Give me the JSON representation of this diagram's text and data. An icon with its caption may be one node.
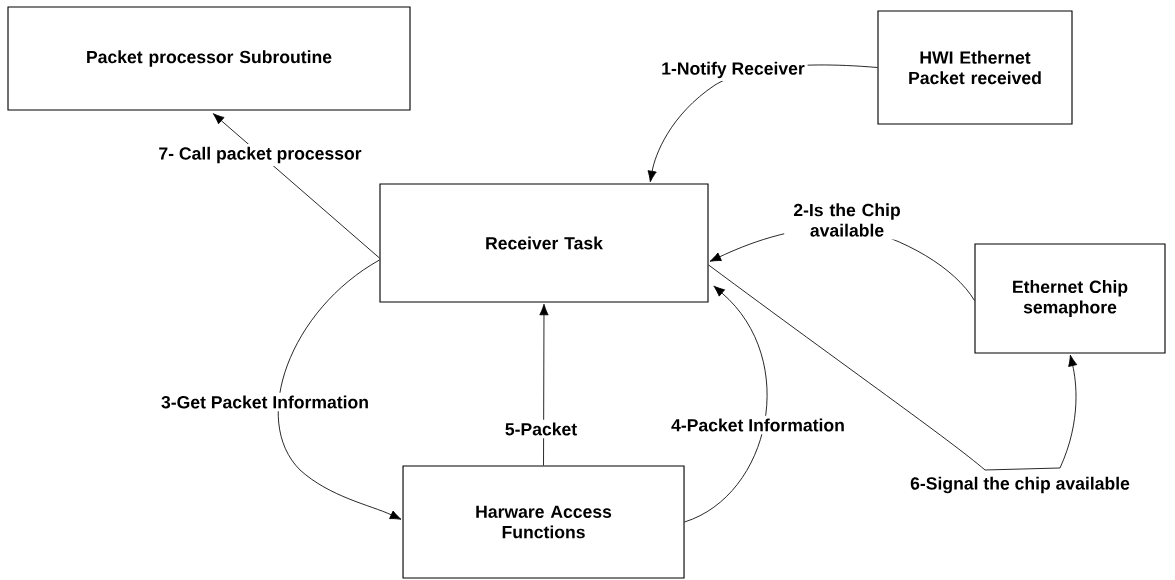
{
  "diagram": {
    "nodes": [
      {
        "text": [
          "Packet processor Subroutine"
        ]
      },
      {
        "text": [
          "HWI Ethernet Packet received"
        ]
      },
      {
        "text": [
          "Receiver Task"
        ]
      },
      {
        "text": [
          "Ethernet Chip semaphore"
        ]
      },
      {
        "text": [
          "Harware Access Functions"
        ]
      }
    ],
    "edges": [
      {
        "from": 1,
        "to": 2,
        "arrow": "to",
        "label": "1-Notify Receiver"
      },
      {
        "from": 3,
        "to": 2,
        "arrow": "to",
        "label": "2-Is the Chip available"
      },
      {
        "from": 2,
        "to": 4,
        "arrow": "to",
        "label": "3-Get Packet Information"
      },
      {
        "from": 4,
        "to": 2,
        "arrow": "to",
        "label": "4-Packet Information"
      },
      {
        "from": 4,
        "to": 2,
        "arrow": "to",
        "label": "5-Packet"
      },
      {
        "from": 2,
        "to": 3,
        "arrow": "to",
        "label": "6-Signal the chip available"
      },
      {
        "from": 2,
        "to": 0,
        "arrow": "to",
        "label": "7- Call packet processor"
      }
    ]
  }
}
